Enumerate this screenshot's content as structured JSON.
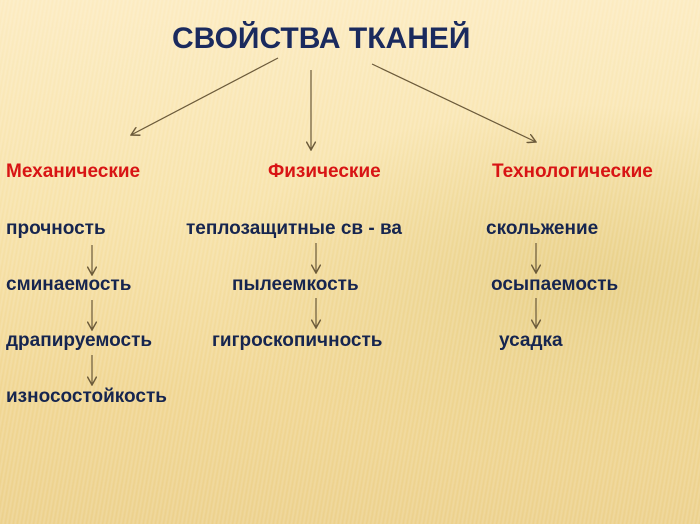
{
  "title": "СВОЙСТВА ТКАНЕЙ",
  "categories": [
    {
      "name": "Механические",
      "items": [
        "прочность",
        "сминаемость",
        "драпируемость",
        "износостойкость"
      ]
    },
    {
      "name": "Физические",
      "items": [
        "теплозащитные св - ва",
        "пылеемкость",
        "гигроскопичность"
      ]
    },
    {
      "name": "Технологические",
      "items": [
        "скольжение",
        "осыпаемость",
        "усадка"
      ]
    }
  ],
  "colors": {
    "title": "#1a2a5e",
    "category": "#d81414",
    "item": "#16254f",
    "arrow": "#6b5a3a",
    "background": "#f7e2a8"
  }
}
